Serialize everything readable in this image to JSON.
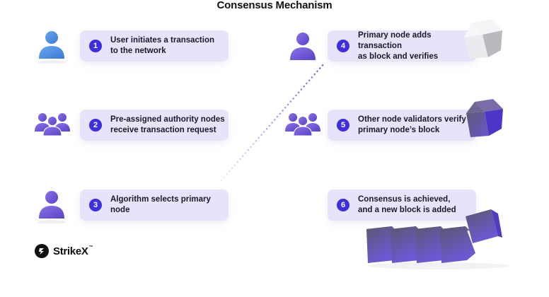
{
  "title": "Consensus Mechanism",
  "colors": {
    "step_bg": "#e6e3fb",
    "badge": "#3d2ee0",
    "accent_purple": "#6b56d8",
    "user_blue": "#4b8fe0",
    "dots": "#6a5ad8"
  },
  "steps": [
    {
      "number": "1",
      "text_line1": "User initiates a transaction",
      "text_line2": "to the network",
      "icon": "user-icon"
    },
    {
      "number": "2",
      "text_line1": "Pre-assigned authority nodes",
      "text_line2": "receive transaction request",
      "icon": "group-icon"
    },
    {
      "number": "3",
      "text_line1": "Algorithm selects primary",
      "text_line2": "node",
      "icon": "user-icon"
    },
    {
      "number": "4",
      "text_line1": "Primary node adds transaction",
      "text_line2": "as block and verifies",
      "icon": "user-icon"
    },
    {
      "number": "5",
      "text_line1": "Other node validators verify",
      "text_line2": "primary node’s block",
      "icon": "group-icon"
    },
    {
      "number": "6",
      "text_line1": "Consensus is achieved,",
      "text_line2": "and a new block is added",
      "icon": "blockchain-icon"
    }
  ],
  "logo": {
    "name": "StrikeX",
    "trademark": "™"
  }
}
